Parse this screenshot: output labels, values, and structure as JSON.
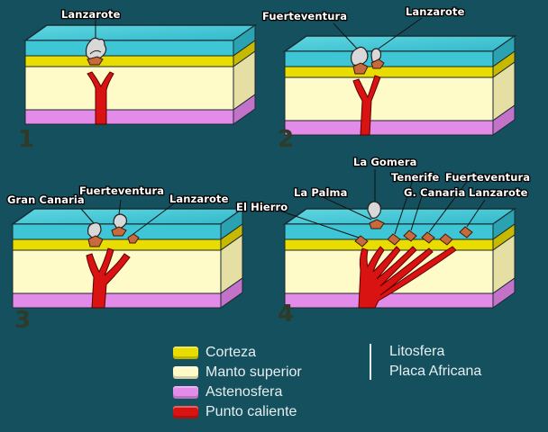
{
  "panels": [
    {
      "number": "1",
      "labels": [
        "Lanzarote"
      ]
    },
    {
      "number": "2",
      "labels": [
        "Fuerteventura",
        "Lanzarote"
      ]
    },
    {
      "number": "3",
      "labels": [
        "Gran Canaria",
        "Fuerteventura",
        "Lanzarote"
      ]
    },
    {
      "number": "4",
      "labels": [
        "El Hierro",
        "La Palma",
        "La Gomera",
        "Tenerife",
        "G. Canaria",
        "Fuerteventura",
        "Lanzarote"
      ]
    }
  ],
  "legend": {
    "items": [
      {
        "label": "Corteza",
        "color": "#e8dc00"
      },
      {
        "label": "Manto superior",
        "color": "#fffbc8"
      },
      {
        "label": "Astenosfera",
        "color": "#e28be8"
      },
      {
        "label": "Punto caliente",
        "color": "#d91212"
      }
    ],
    "right": [
      "Litosfera",
      "Placa Africana"
    ]
  },
  "colors": {
    "background": "#15505e",
    "ocean": "#3ec6d6",
    "crust": "#e8dc00",
    "mantle": "#fffbc8",
    "asthenosphere": "#e28be8",
    "hotspot": "#d91212",
    "volcano": "#c86a3c",
    "island": "#d8d8d8"
  }
}
